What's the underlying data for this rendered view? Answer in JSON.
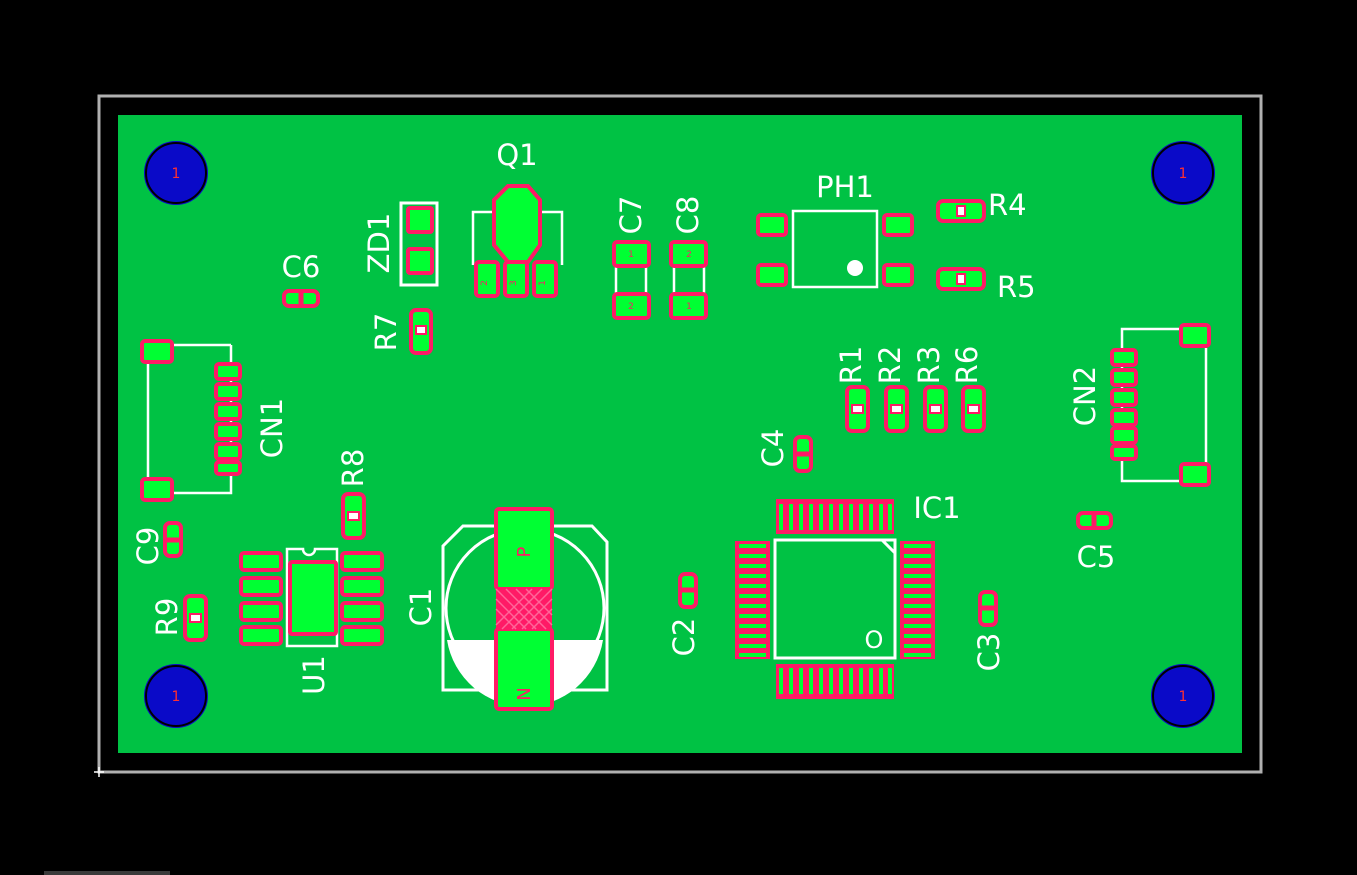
{
  "board": {
    "colors": {
      "background": "#000000",
      "outline": "#b0b0b0",
      "copper": "#00c244",
      "pad_fill": "#00ff33",
      "pad_border": "#ff1a66",
      "silkscreen": "#ffffff",
      "hole_fill": "#0a0ac8"
    }
  },
  "mounting_holes": [
    {
      "name": "mounting-hole-top-left",
      "label": "1"
    },
    {
      "name": "mounting-hole-top-right",
      "label": "1"
    },
    {
      "name": "mounting-hole-bottom-left",
      "label": "1"
    },
    {
      "name": "mounting-hole-bottom-right",
      "label": "1"
    }
  ],
  "refs": {
    "Q1": "Q1",
    "ZD1": "ZD1",
    "C6": "C6",
    "R7": "R7",
    "C7": "C7",
    "C8": "C8",
    "PH1": "PH1",
    "R4": "R4",
    "R5": "R5",
    "CN1": "CN1",
    "CN2": "CN2",
    "R1": "R1",
    "R2": "R2",
    "R3": "R3",
    "R6": "R6",
    "C4": "C4",
    "IC1": "IC1",
    "C5": "C5",
    "R8": "R8",
    "C9": "C9",
    "R9": "R9",
    "U1": "U1",
    "C1": "C1",
    "C2": "C2",
    "C3": "C3"
  },
  "pad_numbers": {
    "q1": [
      "2",
      "3",
      "1"
    ],
    "c7": [
      "1",
      "2"
    ],
    "c8": [
      "2",
      "1"
    ]
  },
  "polarity": {
    "positive": "P",
    "negative": "N"
  },
  "ic1_pin1_mark": "O"
}
